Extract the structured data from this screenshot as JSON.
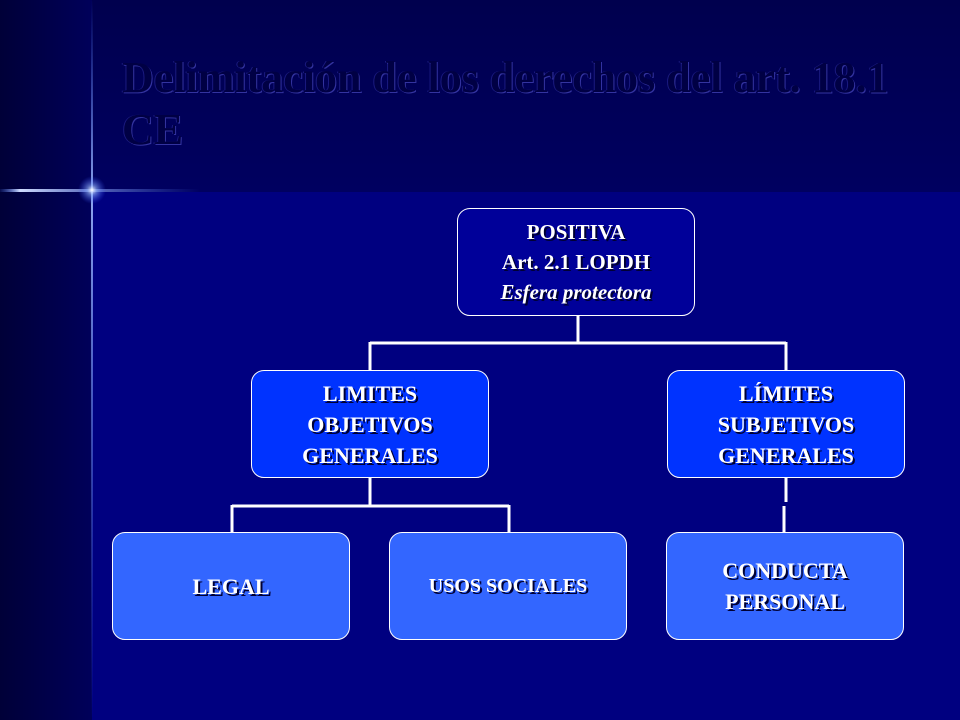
{
  "title": "Delimitación de los derechos del art. 18.1 CE",
  "colors": {
    "background": "#000080",
    "top_box": "#000099",
    "mid_box": "#0033ff",
    "bottom_box": "#3366ff",
    "text": "#ffffff",
    "title": "#000044"
  },
  "diagram": {
    "root": {
      "lines": [
        "POSITIVA",
        "Art. 2.1 LOPDH",
        "Esfera protectora"
      ]
    },
    "left_branch": {
      "lines": [
        "LIMITES",
        "OBJETIVOS",
        "GENERALES"
      ],
      "children": [
        {
          "lines": [
            "LEGAL"
          ]
        },
        {
          "lines": [
            "USOS SOCIALES"
          ]
        }
      ]
    },
    "right_branch": {
      "lines": [
        "LÍMITES",
        "SUBJETIVOS",
        "GENERALES"
      ],
      "children": [
        {
          "lines": [
            "CONDUCTA",
            "PERSONAL"
          ]
        }
      ]
    }
  }
}
